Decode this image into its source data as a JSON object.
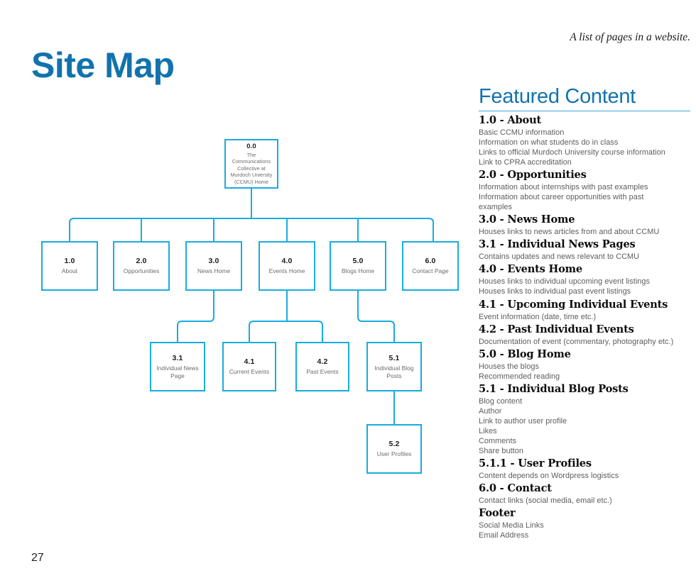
{
  "header": {
    "title": "Site Map",
    "tagline": "A list of pages in a website."
  },
  "page_number": "27",
  "colors": {
    "title_blue": "#1273ac",
    "node_border": "#18ace0",
    "rule_blue": "#3ba6d6",
    "body_grey": "#5d5d5d"
  },
  "featured": {
    "heading": "Featured Content",
    "sections": [
      {
        "title": "1.0 - About",
        "lines": [
          "Basic CCMU information",
          "Information on what students do in class",
          "Links to official Murdoch University course information",
          "Link to CPRA accreditation"
        ]
      },
      {
        "title": "2.0 - Opportunities",
        "lines": [
          "Information about internships with past examples",
          "Information about career opportunities with past",
          "examples"
        ]
      },
      {
        "title": "3.0 - News Home",
        "lines": [
          "Houses links to news articles from and about CCMU"
        ]
      },
      {
        "title": "3.1 - Individual News Pages",
        "lines": [
          "Contains updates and news relevant to CCMU"
        ]
      },
      {
        "title": "4.0 - Events Home",
        "lines": [
          "Houses links to individual upcoming event listings",
          "Houses links to individual past event listings"
        ]
      },
      {
        "title": "4.1 - Upcoming Individual Events",
        "lines": [
          "Event information (date, time etc.)"
        ]
      },
      {
        "title": "4.2 - Past Individual Events",
        "lines": [
          "Documentation of event (commentary, photography etc.)"
        ]
      },
      {
        "title": "5.0 - Blog Home",
        "lines": [
          "Houses the blogs",
          "Recommended reading"
        ]
      },
      {
        "title": "5.1 - Individual Blog Posts",
        "lines": [
          "Blog content",
          "Author",
          "Link to author user profile",
          "Likes",
          "Comments",
          "Share button"
        ]
      },
      {
        "title": "5.1.1 - User Profiles",
        "lines": [
          "Content depends on Wordpress logistics"
        ]
      },
      {
        "title": "6.0 - Contact",
        "lines": [
          "Contact links (social media, email etc.)"
        ]
      },
      {
        "title": "Footer",
        "lines": [
          "Social Media Links",
          "Email Address"
        ]
      }
    ]
  },
  "sitemap": {
    "nodes": [
      {
        "id": "0.0",
        "num": "0.0",
        "label": "The Communications Collective at Murdoch Uniersity (CCMU) Home"
      },
      {
        "id": "1.0",
        "num": "1.0",
        "label": "About"
      },
      {
        "id": "2.0",
        "num": "2.0",
        "label": "Opportunities"
      },
      {
        "id": "3.0",
        "num": "3.0",
        "label": "News Home"
      },
      {
        "id": "4.0",
        "num": "4.0",
        "label": "Events Home"
      },
      {
        "id": "5.0",
        "num": "5.0",
        "label": "Blogs Home"
      },
      {
        "id": "6.0",
        "num": "6.0",
        "label": "Contact Page"
      },
      {
        "id": "3.1",
        "num": "3.1",
        "label": "Individual News Page"
      },
      {
        "id": "4.1",
        "num": "4.1",
        "label": "Current Events"
      },
      {
        "id": "4.2",
        "num": "4.2",
        "label": "Past Events"
      },
      {
        "id": "5.1",
        "num": "5.1",
        "label": "Individual Blog Posts"
      },
      {
        "id": "5.2",
        "num": "5.2",
        "label": "User Profiles"
      }
    ],
    "edges": [
      {
        "from": "0.0",
        "to": "1.0"
      },
      {
        "from": "0.0",
        "to": "2.0"
      },
      {
        "from": "0.0",
        "to": "3.0"
      },
      {
        "from": "0.0",
        "to": "4.0"
      },
      {
        "from": "0.0",
        "to": "5.0"
      },
      {
        "from": "0.0",
        "to": "6.0"
      },
      {
        "from": "3.0",
        "to": "3.1"
      },
      {
        "from": "4.0",
        "to": "4.1"
      },
      {
        "from": "4.0",
        "to": "4.2"
      },
      {
        "from": "5.0",
        "to": "5.1"
      },
      {
        "from": "5.1",
        "to": "5.2"
      }
    ]
  }
}
